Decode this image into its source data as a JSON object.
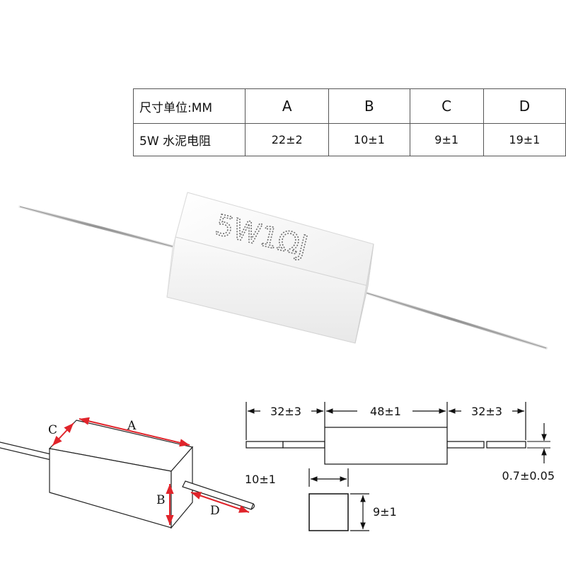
{
  "spec_table": {
    "header": [
      "尺寸单位:MM",
      "A",
      "B",
      "C",
      "D"
    ],
    "row": [
      "5W 水泥电阻",
      "22±2",
      "10±1",
      "9±1",
      "19±1"
    ]
  },
  "product": {
    "marking": "5W1ΩJ"
  },
  "box_drawing": {
    "labels": {
      "a": "A",
      "b": "B",
      "c": "C",
      "d": "D"
    },
    "accent": "#e0242b"
  },
  "side_drawing": {
    "lead_left": "32±3",
    "body": "48±1",
    "lead_right": "32±3",
    "lead_diameter": "0.7±0.05"
  },
  "end_drawing": {
    "width": "10±1",
    "height": "9±1"
  }
}
